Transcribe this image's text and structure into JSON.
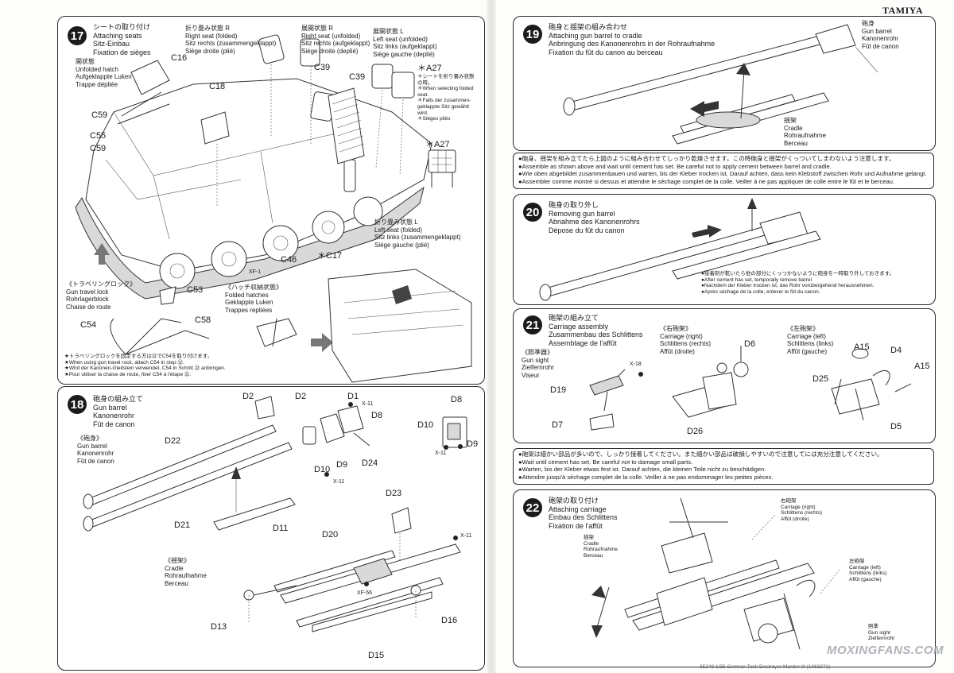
{
  "brand": "TAMIYA",
  "step17": {
    "num": "17",
    "title": [
      "シートの取り付け",
      "Attaching seats",
      "Sitz-Einbau",
      "Fixation de sièges"
    ],
    "hatch_open": [
      "開状態",
      "Unfolded hatch",
      "Aufgeklappte Luken",
      "Trappe dépliée"
    ],
    "seat_r_folded": [
      "折り畳み状態 R",
      "Right seat (folded)",
      "Sitz rechts (zusammengeklappt)",
      "Siège droite (plié)"
    ],
    "seat_r_unfolded": [
      "展開状態 R",
      "Right seat (unfolded)",
      "Sitz rechts (aufgeklappt)",
      "Siège droite (deplié)"
    ],
    "seat_l_unfolded": [
      "展開状態 L",
      "Left seat (unfolded)",
      "Sitz links (aufgeklappt)",
      "Siège gauche (deplié)"
    ],
    "seat_l_folded": [
      "折り畳み状態 L",
      "Left seat (folded)",
      "Sitz links (zusammengeklappt)",
      "Siège gauche (plié)"
    ],
    "note_a27": [
      "＊シートを折り畳み状態",
      "の時。",
      "＊When selecting folded",
      "seat.",
      "＊Falls der zusammen-",
      "geklappte Sitz gewählt",
      "wird.",
      "＊Sièges pliés"
    ],
    "labels": [
      "C16",
      "C18",
      "C39",
      "C39",
      "＊A27",
      "＊A27",
      "C59",
      "C55",
      "C59",
      "C46",
      "＊C17",
      "XF-1"
    ],
    "travel_lock": [
      "《トラベリングロック》",
      "Gun travel lock",
      "Rohrlagerblock",
      "Chaise de route"
    ],
    "travel_labels": [
      "C53",
      "C54",
      "C58"
    ],
    "hatch_folded": [
      "《ハッチ収納状態》",
      "Folded hatches",
      "Geklappte Luken",
      "Trappes repliées"
    ],
    "footnote": [
      "★トラベリングロックを固定する方は㉒でC54を取り付けます。",
      "★When using gun travel rock, attach C54 in step ㉒.",
      "★Wird der Kanonen-Gleitstein verwendet, C54 in Schritt ㉒ anbringen.",
      "★Pour utiliser la chaise de route, fixer C54 à l'étape ㉒."
    ]
  },
  "step18": {
    "num": "18",
    "title": [
      "砲身の組み立て",
      "Gun barrel",
      "Kanonenrohr",
      "Fût de canon"
    ],
    "barrel": [
      "《砲身》",
      "Gun barrel",
      "Kanonenrohr",
      "Fût de canon"
    ],
    "cradle": [
      "《揺架》",
      "Cradle",
      "Rohraufnahme",
      "Berceau"
    ],
    "labels": [
      "D2",
      "D2",
      "D1",
      "X-11",
      "D8",
      "D8",
      "D10",
      "D9",
      "X-11",
      "D22",
      "D10",
      "D9",
      "X-11",
      "D24",
      "D21",
      "D11",
      "D23",
      "D20",
      "X-11",
      "XF-56",
      "D16",
      "D13",
      "D15"
    ]
  },
  "step19": {
    "num": "19",
    "title": [
      "砲身と揺架の組み合わせ",
      "Attaching gun barrel to cradle",
      "Anbringung des Kanonenrohrs in der Rohraufnahme",
      "Fixation du fût du canon au berceau"
    ],
    "barrel": [
      "砲身",
      "Gun barrel",
      "Kanonenrohr",
      "Fût de canon"
    ],
    "cradle": [
      "揺架",
      "Cradle",
      "Rohraufnahme",
      "Berceau"
    ]
  },
  "note1": [
    "●砲身、揺架を組み立てたら上図のように組み合わせてしっかり乾燥させます。この時砲身と揺架がくっついてしまわないよう注意します。",
    "●Assemble as shown above and wait until cement has set. Be careful not to apply cement between barrel and cradle.",
    "●Wie oben abgebildet zusammenbauen und warten, bis der Kleber trocken ist. Darauf achten, dass kein Klebstoff zwischen Rohr und Aufnahme gelangt.",
    "●Assembler comme montré si dessus et attendre le séchage complet de la colle. Veiller à ne pas appliquer de colle entre le fût et le berceau."
  ],
  "step20": {
    "num": "20",
    "title": [
      "砲身の取り外し",
      "Removing gun barrel",
      "Abnahme des Kanonenrohrs",
      "Dépose du fût du canon"
    ],
    "note": [
      "●接着剤が乾いたら他の部分にくっつかないように砲身を一時取り外しておきます。",
      "●After cement has set, temporally remove barrel",
      "●Nachdem der Kleber trocken ist, das Rohr vorübergehend herausnehmen.",
      "●Après séchage de la colle, enlever le fût du canon."
    ]
  },
  "step21": {
    "num": "21",
    "title": [
      "砲架の組み立て",
      "Carriage assembly",
      "Zusammenbau des Schlittens",
      "Assemblage de l'affût"
    ],
    "sight": [
      "《照準器》",
      "Gun sight",
      "Zielfernrohr",
      "Viseur"
    ],
    "right": [
      "《右砲架》",
      "Carriage (right)",
      "Schlittens (rechts)",
      "Affût (droite)"
    ],
    "left": [
      "《左砲架》",
      "Carriage (left)",
      "Schlittens (links)",
      "Affût (gauche)"
    ],
    "labels": [
      "X-18",
      "D19",
      "D7",
      "D6",
      "D26",
      "A15",
      "D4",
      "D25",
      "A15",
      "D5"
    ]
  },
  "note2": [
    "●砲架は細かい部品が多いので、しっかり接着してください。また細かい部品は破損しやすいので注意してには充分注意してください。",
    "●Wait until cement has set. Be careful not to damage small parts.",
    "●Warten, bis der Kleber etwas fest ist. Darauf achten, die kleinen Teile nicht zu beschädigen.",
    "●Attendre jusqu'à séchage complet de la colle. Veiller à ne pas endommager les petites pièces."
  ],
  "step22": {
    "num": "22",
    "title": [
      "砲架の取り付け",
      "Attaching carriage",
      "Einbau des Schlittens",
      "Fixation de l'affût"
    ],
    "cradle": [
      "揺架",
      "Cradle",
      "Rohraufnahme",
      "Berceau"
    ],
    "right": [
      "右砲架",
      "Carriage (right)",
      "Schlittens (rechts)",
      "Affût (droite)"
    ],
    "left": [
      "左砲架",
      "Carriage (left)",
      "Schlittens (links)",
      "Affût (gauche)"
    ],
    "sight": [
      "照準",
      "Gun sight",
      "Zielfernrohr"
    ]
  },
  "footer_right": "35248 1/35 German Tank Destroyer Marder III (1063371)",
  "watermark": "MOXINGFANS.COM"
}
